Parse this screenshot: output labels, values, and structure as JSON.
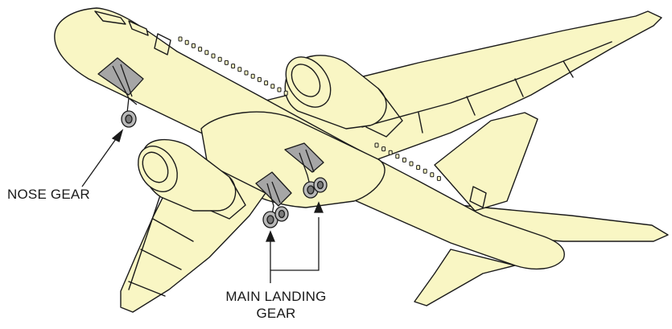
{
  "colors": {
    "fill": "#f9f6c4",
    "stroke": "#1a1a1a",
    "gear_fill": "#b9b9b9",
    "gear_dark": "#7a7a7a",
    "door_fill": "#a6a6a6"
  },
  "labels": {
    "nose_gear": "NOSE GEAR",
    "main_landing_gear_line1": "MAIN LANDING",
    "main_landing_gear_line2": "GEAR"
  }
}
